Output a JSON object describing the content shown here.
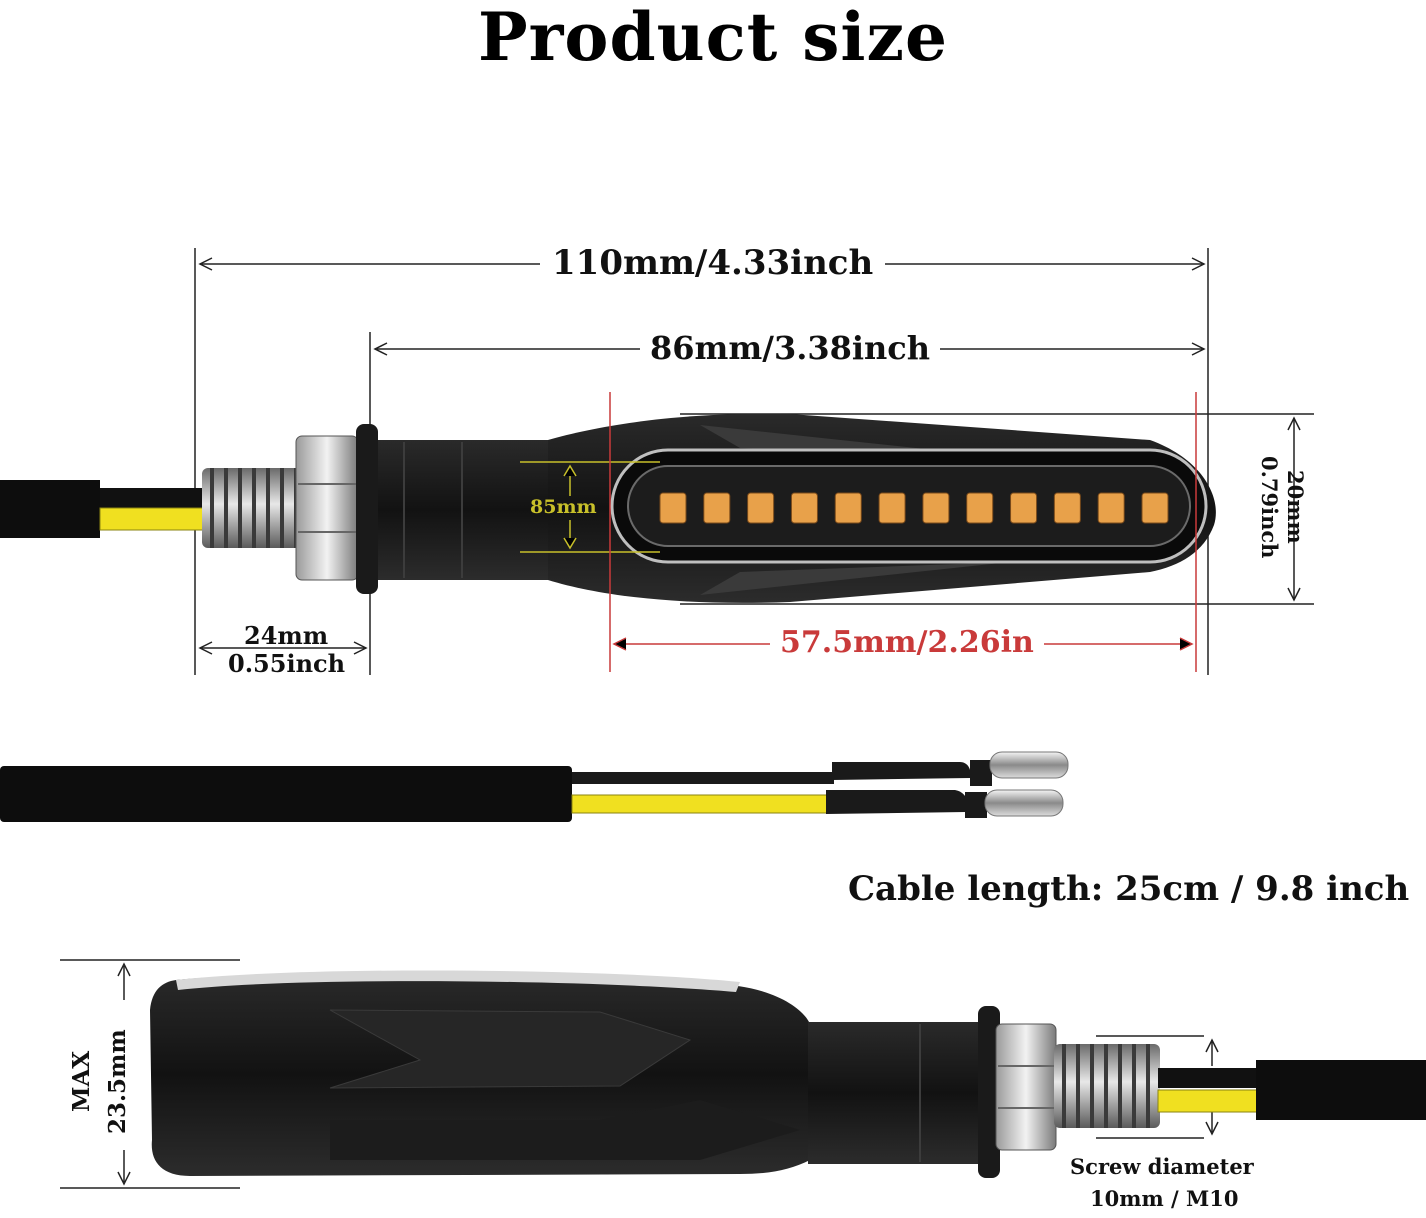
{
  "title": "Product size",
  "dimensions": {
    "total_length": "110mm/4.33inch",
    "body_length": "86mm/3.38inch",
    "lens_height": "85mm",
    "lens_length": "57.5mm/2.26in",
    "thread_length_mm": "24mm",
    "thread_length_in": "0.55inch",
    "body_height_mm": "20mm",
    "body_height_in": "0.79inch",
    "max_height_label": "MAX",
    "max_height_value": "23.5mm"
  },
  "cable_length": "Cable length: 25cm / 9.8 inch",
  "screw": {
    "label": "Screw diameter",
    "value": "10mm / M10"
  },
  "colors": {
    "led_amber": "#e8a14a",
    "wire_yellow": "#f0e020",
    "lens_dim_color": "#c8c02a",
    "lens_length_color": "#c93a3a",
    "body_black": "#111111"
  },
  "led_count": 12
}
